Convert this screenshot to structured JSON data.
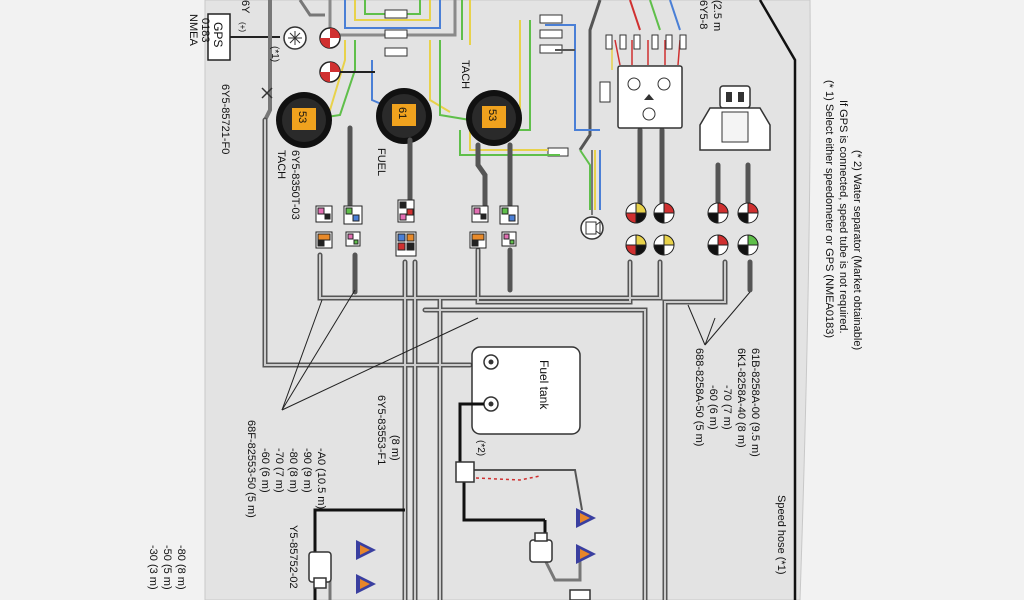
{
  "labels": {
    "nmea_line1": "NMEA",
    "nmea_line2": "0183",
    "gps": "GPS",
    "plus": "(+)",
    "note_ref1": "(*1)",
    "part_6y5_85721": "6Y5-85721-F0",
    "tach1": "TACH",
    "fuel": "FUEL",
    "tach2": "TACH",
    "part_6y5_8350t": "6Y5-8350T-03",
    "part_6y5_top": "6Y5-8",
    "part_6y5_len": "(2.5 m",
    "part_6y": "6Y",
    "fuel_tank": "Fuel tank",
    "note_ref2": "(*2)",
    "speed_hose": "Speed hose (*1)",
    "part_6y5_83553": "6Y5-83553-F1",
    "part_6y5_83553_len": "(8 m)",
    "part_6y5_85752": "Y5-85752-02",
    "part_68f_1": "68F-82553-50 (5 m)",
    "part_68f_2": "-60 (6 m)",
    "part_68f_3": "-70 (7 m)",
    "part_68f_4": "-80 (8 m)",
    "part_68f_5": "-90 (9 m)",
    "part_68f_6": "-A0 (10.5 m)",
    "part_688_1": "688-8258A-50 (5 m)",
    "part_688_2": "-60 (6 m)",
    "part_688_3": "-70 (7 m)",
    "part_688_4": "6K1-8258A-40 (8 m)",
    "part_688_5": "61B-8258A-00 (9.5 m)",
    "part_left_1": "-30 (3 m)",
    "part_left_2": "-50 (5 m)",
    "part_left_3": "-80 (8 m)",
    "note1_line1": "(* 1) Select either speedometer or GPS (NMEA0183)",
    "note1_line2": "If GPS is connected, speed tube is not required.",
    "note2_line1": "(* 2) Water separator (Market obtainable)",
    "gauge1_display": "53",
    "gauge2_display": "61",
    "gauge3_display": "53"
  },
  "colors": {
    "page": "#f2f2f2",
    "panel": "#e2e2e2",
    "wire_black": "#222222",
    "wire_gray": "#8a8a8a",
    "wire_yellow": "#e8d24a",
    "wire_green": "#5fbf4a",
    "wire_blue": "#4a7fd6",
    "wire_red": "#d03030",
    "wire_orange": "#e88a2a",
    "wire_pink": "#e36fb3",
    "gauge_screen": "#f0a21e",
    "triangle_blue": "#3a3fa0",
    "triangle_orange": "#e8862a"
  }
}
